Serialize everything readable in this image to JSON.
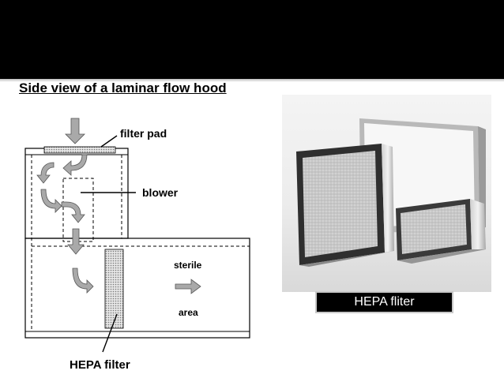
{
  "header": {
    "background": "#000000"
  },
  "diagram": {
    "title": "Side view of a laminar flow hood",
    "labels": {
      "filter_pad": "filter pad",
      "blower": "blower",
      "sterile": "sterile",
      "area": "area",
      "hepa_filter": "HEPA filter"
    }
  },
  "photo": {
    "caption": "HEPA fliter"
  }
}
